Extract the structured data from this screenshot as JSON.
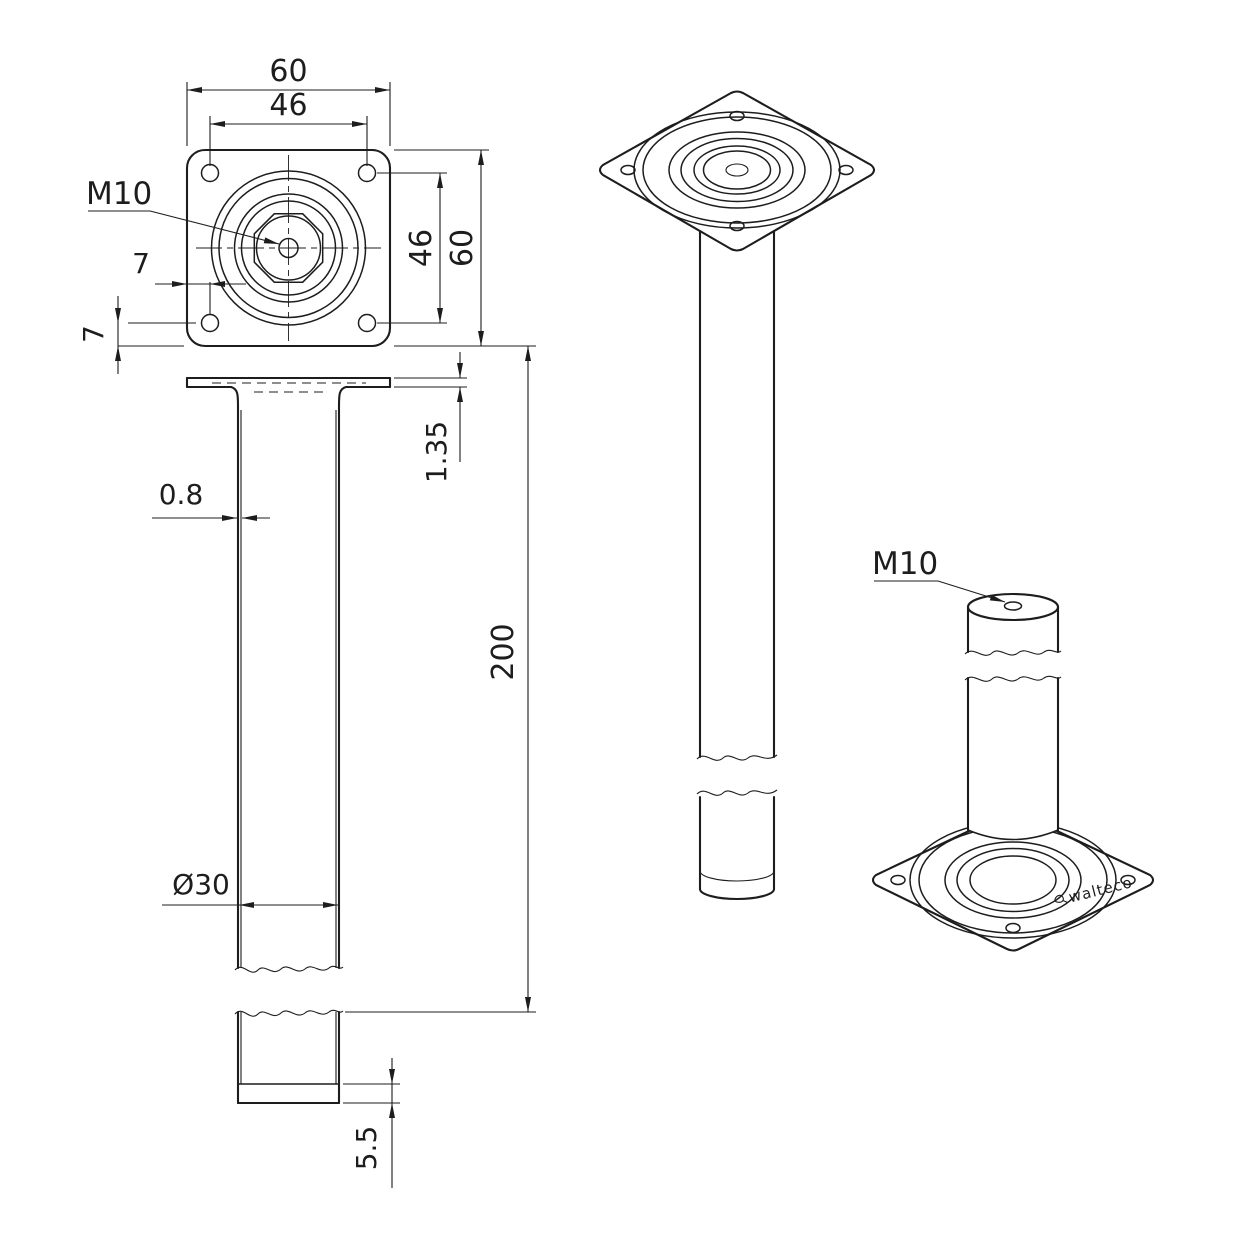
{
  "colors": {
    "line": "#1d1d1d",
    "background": "#ffffff"
  },
  "drawing": {
    "plan": {
      "m10": "M10",
      "dim_width_top": "60",
      "dim_hole_spacing_top": "46",
      "dim_edge_h": "7",
      "dim_edge_v": "7",
      "dim_hole_spacing_right": "46",
      "dim_height_right": "60"
    },
    "front": {
      "dim_plate_thickness": "1.35",
      "dim_wall": "0.8",
      "dim_length": "200",
      "dim_diameter": "Ø30",
      "dim_cap": "5.5"
    },
    "iso": {
      "m10": "M10",
      "brand": "walteco"
    }
  }
}
